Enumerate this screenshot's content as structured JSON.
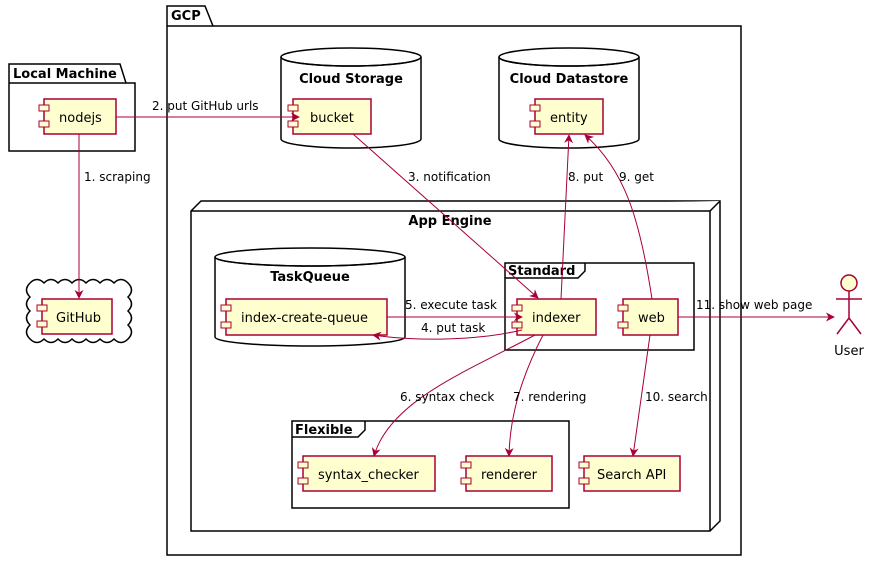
{
  "packages": {
    "gcp": "GCP",
    "local_machine": "Local Machine"
  },
  "databases": {
    "cloud_storage": "Cloud Storage",
    "cloud_datastore": "Cloud Datastore",
    "taskqueue": "TaskQueue"
  },
  "nodes": {
    "app_engine": "App Engine"
  },
  "frames": {
    "standard": "Standard",
    "flexible": "Flexible"
  },
  "components": {
    "nodejs": "nodejs",
    "github": "GitHub",
    "bucket": "bucket",
    "entity": "entity",
    "index_create_queue": "index-create-queue",
    "indexer": "indexer",
    "web": "web",
    "syntax_checker": "syntax_checker",
    "renderer": "renderer",
    "search_api": "Search API"
  },
  "actors": {
    "user": "User"
  },
  "edges": {
    "e1": "1. scraping",
    "e2": "2. put GitHub urls",
    "e3": "3. notification",
    "e4": "4. put task",
    "e5": "5. execute task",
    "e6": "6. syntax check",
    "e7": "7. rendering",
    "e8": "8. put",
    "e9": "9. get",
    "e10": "10. search",
    "e11": "11. show web page"
  },
  "colors": {
    "component_fill": "#fefece",
    "border": "#a80036",
    "arrow": "#a80036",
    "container_border": "#000000"
  }
}
